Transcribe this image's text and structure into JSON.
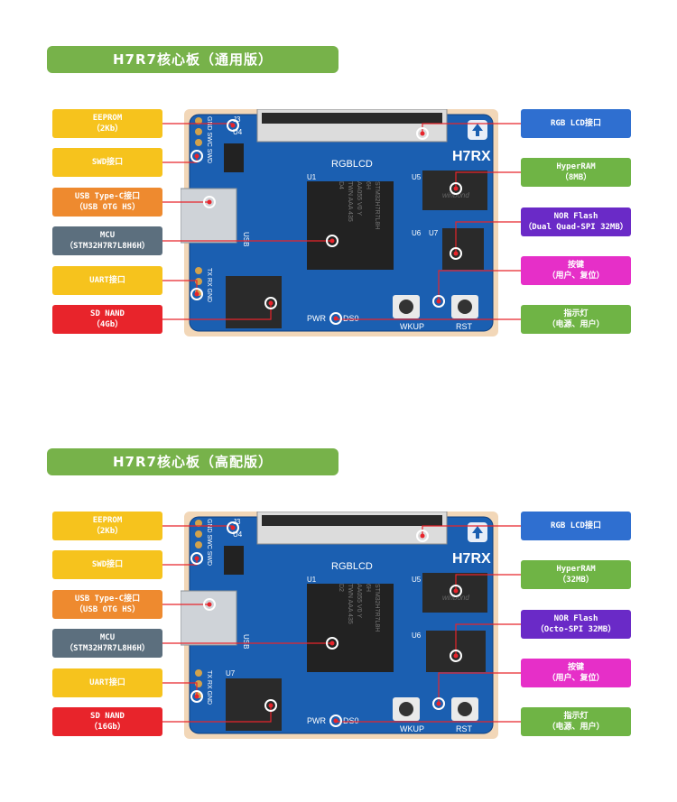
{
  "sections": [
    {
      "title": "H7R7核心板（通用版）",
      "left_labels": [
        {
          "line1": "EEPROM",
          "line2": "（2Kb）",
          "color": "#f6c31d"
        },
        {
          "line1": "SWD接口",
          "line2": "",
          "color": "#f6c31d"
        },
        {
          "line1": "USB Type-C接口",
          "line2": "（USB OTG HS）",
          "color": "#ee8a2f"
        },
        {
          "line1": "MCU",
          "line2": "（STM32H7R7L8H6H）",
          "color": "#5c6f7e"
        },
        {
          "line1": "UART接口",
          "line2": "",
          "color": "#f6c31d"
        },
        {
          "line1": "SD NAND",
          "line2": "（4Gb）",
          "color": "#e8242b"
        }
      ],
      "right_labels": [
        {
          "line1": "RGB LCD接口",
          "line2": "",
          "color": "#2f6fd0"
        },
        {
          "line1": "HyperRAM",
          "line2": "（8MB）",
          "color": "#6fb445"
        },
        {
          "line1": "NOR Flash",
          "line2": "（Dual Quad-SPI 32MB）",
          "color": "#6a2ac7"
        },
        {
          "line1": "按键",
          "line2": "（用户、复位）",
          "color": "#e62fc8"
        },
        {
          "line1": "指示灯",
          "line2": "（电源、用户）",
          "color": "#6fb445"
        }
      ],
      "board": {
        "brand": "H7RX",
        "lcd": "RGBLCD",
        "mcu_lines": [
          "STM32H7R7L8H",
          "6H",
          "AA055 V0 Y",
          "TWN AAA 435",
          "D4"
        ],
        "u1": "U1",
        "u5": "U5",
        "u6": "U6",
        "u7": "U7",
        "j3": "J3",
        "u4": "U4",
        "usb": "USB",
        "swd_pins": "GND SWC SWD",
        "uart_pins": "TX RX GND",
        "pwr": "PWR",
        "ds0": "DS0",
        "wkup": "WKUP",
        "rst": "RST",
        "ram_brand": "winbond"
      }
    },
    {
      "title": "H7R7核心板（高配版）",
      "left_labels": [
        {
          "line1": "EEPROM",
          "line2": "（2Kb）",
          "color": "#f6c31d"
        },
        {
          "line1": "SWD接口",
          "line2": "",
          "color": "#f6c31d"
        },
        {
          "line1": "USB Type-C接口",
          "line2": "（USB OTG HS）",
          "color": "#ee8a2f"
        },
        {
          "line1": "MCU",
          "line2": "（STM32H7R7L8H6H）",
          "color": "#5c6f7e"
        },
        {
          "line1": "UART接口",
          "line2": "",
          "color": "#f6c31d"
        },
        {
          "line1": "SD NAND",
          "line2": "（16Gb）",
          "color": "#e8242b"
        }
      ],
      "right_labels": [
        {
          "line1": "RGB LCD接口",
          "line2": "",
          "color": "#2f6fd0"
        },
        {
          "line1": "HyperRAM",
          "line2": "（32MB）",
          "color": "#6fb445"
        },
        {
          "line1": "NOR Flash",
          "line2": "（Octo-SPI 32MB）",
          "color": "#6a2ac7"
        },
        {
          "line1": "按键",
          "line2": "（用户、复位）",
          "color": "#e62fc8"
        },
        {
          "line1": "指示灯",
          "line2": "（电源、用户）",
          "color": "#6fb445"
        }
      ],
      "board": {
        "brand": "H7RX",
        "lcd": "RGBLCD",
        "mcu_lines": [
          "STM32H7R7L8H",
          "6H",
          "AA055 V0 Y",
          "TWN AAA 435",
          "D2"
        ],
        "u1": "U1",
        "u5": "U5",
        "u6": "U6",
        "u7": "U7",
        "j3": "J3",
        "u4": "U4",
        "usb": "USB",
        "swd_pins": "GND SWC SWD",
        "uart_pins": "TX RX GND",
        "pwr": "PWR",
        "ds0": "DS0",
        "wkup": "WKUP",
        "rst": "RST",
        "ram_brand": "winbond"
      }
    }
  ]
}
